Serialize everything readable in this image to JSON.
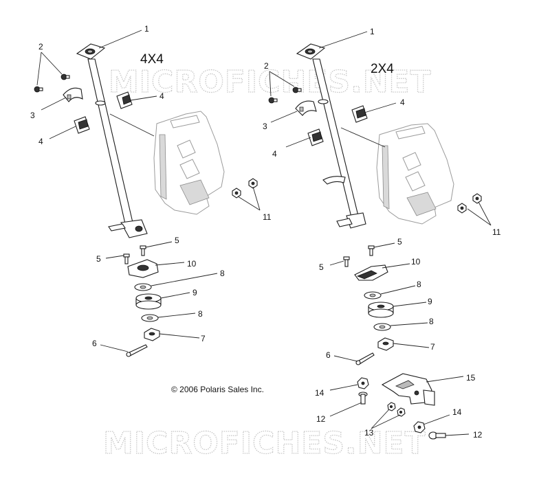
{
  "titles": {
    "left": "4X4",
    "right": "2X4"
  },
  "copyright": "© 2006 Polaris Sales Inc.",
  "watermark": "MICROFICHES.NET",
  "callouts": {
    "left": [
      {
        "id": "1",
        "text": "1"
      },
      {
        "id": "2",
        "text": "2"
      },
      {
        "id": "3",
        "text": "3"
      },
      {
        "id": "4a",
        "text": "4"
      },
      {
        "id": "4b",
        "text": "4"
      },
      {
        "id": "5a",
        "text": "5"
      },
      {
        "id": "5b",
        "text": "5"
      },
      {
        "id": "10",
        "text": "10"
      },
      {
        "id": "8a",
        "text": "8"
      },
      {
        "id": "9",
        "text": "9"
      },
      {
        "id": "8b",
        "text": "8"
      },
      {
        "id": "7",
        "text": "7"
      },
      {
        "id": "6",
        "text": "6"
      },
      {
        "id": "11",
        "text": "11"
      }
    ],
    "right": [
      {
        "id": "1",
        "text": "1"
      },
      {
        "id": "2",
        "text": "2"
      },
      {
        "id": "3",
        "text": "3"
      },
      {
        "id": "4a",
        "text": "4"
      },
      {
        "id": "4b",
        "text": "4"
      },
      {
        "id": "11",
        "text": "11"
      },
      {
        "id": "5a",
        "text": "5"
      },
      {
        "id": "5b",
        "text": "5"
      },
      {
        "id": "10",
        "text": "10"
      },
      {
        "id": "8a",
        "text": "8"
      },
      {
        "id": "9",
        "text": "9"
      },
      {
        "id": "8b",
        "text": "8"
      },
      {
        "id": "7",
        "text": "7"
      },
      {
        "id": "6",
        "text": "6"
      },
      {
        "id": "15",
        "text": "15"
      },
      {
        "id": "14a",
        "text": "14"
      },
      {
        "id": "12a",
        "text": "12"
      },
      {
        "id": "13",
        "text": "13"
      },
      {
        "id": "14b",
        "text": "14"
      },
      {
        "id": "12b",
        "text": "12"
      }
    ]
  }
}
